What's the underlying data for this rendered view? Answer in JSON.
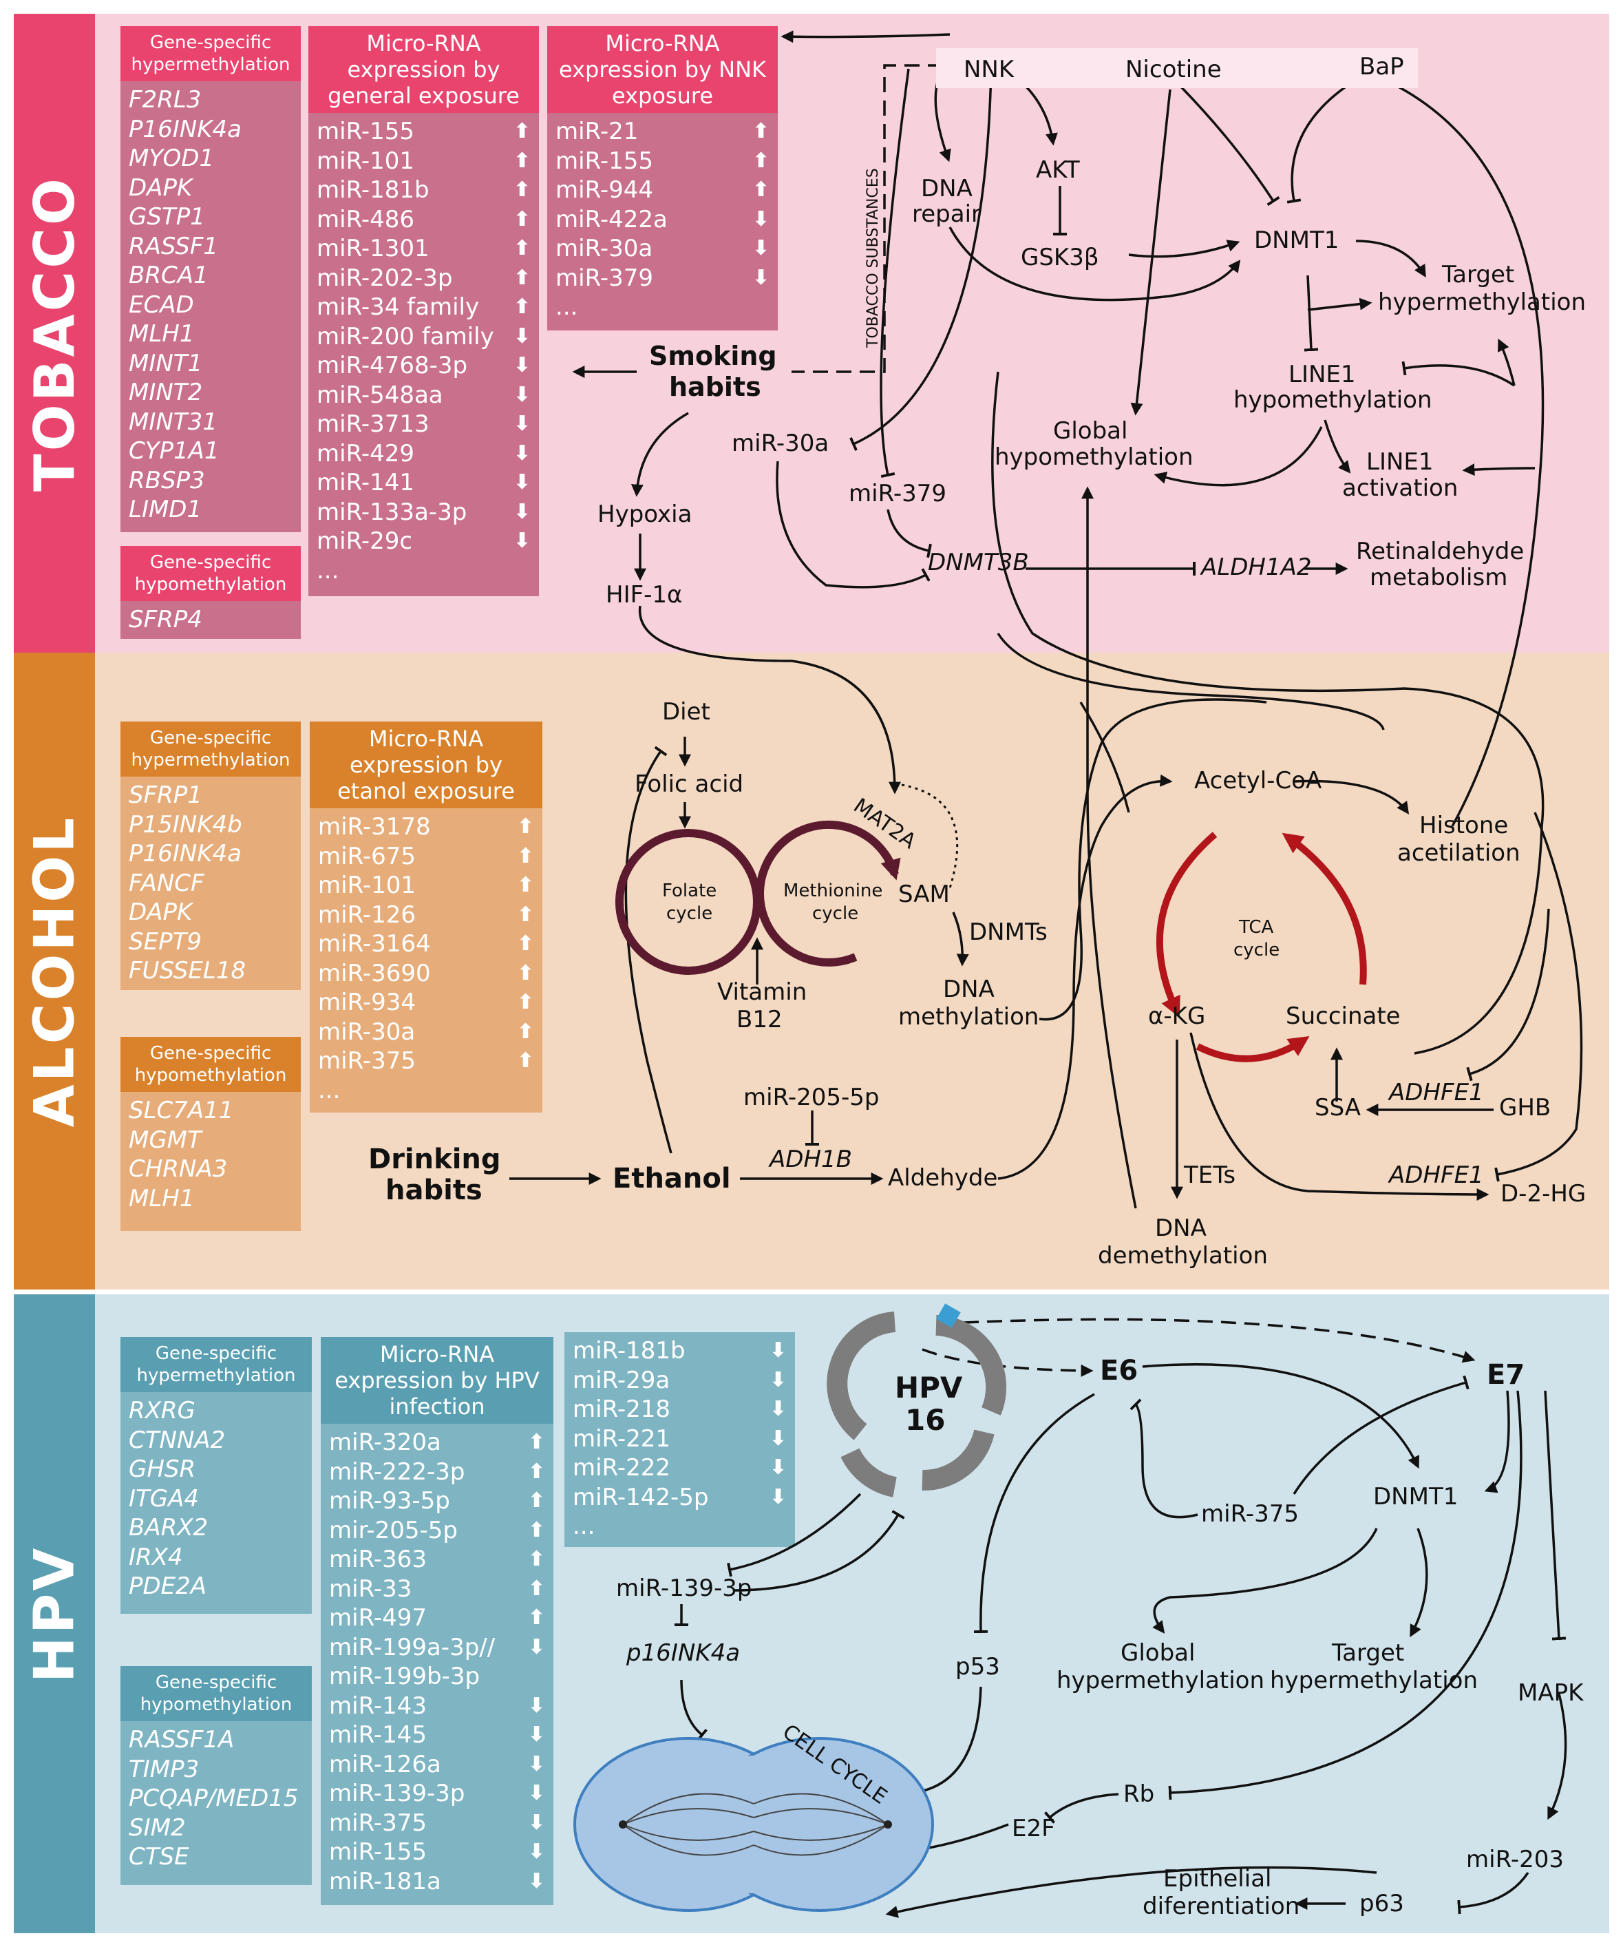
{
  "sections": {
    "tobacco": {
      "label": "TOBACCO",
      "color": "#e8446e",
      "bg": "#f7d2dc"
    },
    "alcohol": {
      "label": "ALCOHOL",
      "color": "#d9822b",
      "bg": "#f4d9c2"
    },
    "hpv": {
      "label": "HPV",
      "color": "#5a9fb1",
      "bg": "#d1e3ea"
    }
  },
  "tobacco": {
    "hyper": {
      "title": "Gene-specific hypermethylation",
      "items": [
        "F2RL3",
        "P16INK4a",
        "MYOD1",
        "DAPK",
        "GSTP1",
        "RASSF1",
        "BRCA1",
        "ECAD",
        "MLH1",
        "MINT1",
        "MINT2",
        "MINT31",
        "CYP1A1",
        "RBSP3",
        "LIMD1"
      ]
    },
    "hypo": {
      "title": "Gene-specific hypomethylation",
      "items": [
        "SFRP4"
      ]
    },
    "mirna_general": {
      "title": "Micro-RNA expression by general exposure",
      "items": [
        {
          "name": "miR-155",
          "dir": "up"
        },
        {
          "name": "miR-101",
          "dir": "up"
        },
        {
          "name": "miR-181b",
          "dir": "up"
        },
        {
          "name": "miR-486",
          "dir": "up"
        },
        {
          "name": "miR-1301",
          "dir": "up"
        },
        {
          "name": "miR-202-3p",
          "dir": "up"
        },
        {
          "name": "miR-34 family",
          "dir": "up"
        },
        {
          "name": "miR-200 family",
          "dir": "down"
        },
        {
          "name": "miR-4768-3p",
          "dir": "down"
        },
        {
          "name": "miR-548aa",
          "dir": "down"
        },
        {
          "name": "miR-3713",
          "dir": "down"
        },
        {
          "name": "miR-429",
          "dir": "down"
        },
        {
          "name": "miR-141",
          "dir": "down"
        },
        {
          "name": "miR-133a-3p",
          "dir": "down"
        },
        {
          "name": "miR-29c",
          "dir": "down"
        },
        {
          "name": "...",
          "dir": ""
        }
      ]
    },
    "mirna_nnk": {
      "title": "Micro-RNA expression by NNK exposure",
      "items": [
        {
          "name": "miR-21",
          "dir": "up"
        },
        {
          "name": "miR-155",
          "dir": "up"
        },
        {
          "name": "miR-944",
          "dir": "up"
        },
        {
          "name": "miR-422a",
          "dir": "down"
        },
        {
          "name": "miR-30a",
          "dir": "down"
        },
        {
          "name": "miR-379",
          "dir": "down"
        },
        {
          "name": "...",
          "dir": ""
        }
      ]
    }
  },
  "alcohol": {
    "hyper": {
      "title": "Gene-specific hypermethylation",
      "items": [
        "SFRP1",
        "P15INK4b",
        "P16INK4a",
        "FANCF",
        "DAPK",
        "SEPT9",
        "FUSSEL18"
      ]
    },
    "hypo": {
      "title": "Gene-specific hypomethylation",
      "items": [
        "SLC7A11",
        "MGMT",
        "CHRNA3",
        "MLH1"
      ]
    },
    "mirna": {
      "title": "Micro-RNA expression by etanol exposure",
      "items": [
        {
          "name": "miR-3178",
          "dir": "up"
        },
        {
          "name": "miR-675",
          "dir": "up"
        },
        {
          "name": "miR-101",
          "dir": "up"
        },
        {
          "name": "miR-126",
          "dir": "up"
        },
        {
          "name": "miR-3164",
          "dir": "up"
        },
        {
          "name": "miR-3690",
          "dir": "up"
        },
        {
          "name": "miR-934",
          "dir": "up"
        },
        {
          "name": "miR-30a",
          "dir": "up"
        },
        {
          "name": "miR-375",
          "dir": "up"
        },
        {
          "name": "...",
          "dir": ""
        }
      ]
    }
  },
  "hpv": {
    "hyper": {
      "title": "Gene-specific hypermethylation",
      "items": [
        "RXRG",
        "CTNNA2",
        "GHSR",
        "ITGA4",
        "BARX2",
        "IRX4",
        "PDE2A"
      ]
    },
    "hypo": {
      "title": "Gene-specific hypomethylation",
      "items": [
        "RASSF1A",
        "TIMP3",
        "PCQAP/MED15",
        "SIM2",
        "CTSE"
      ]
    },
    "mirna": {
      "title": "Micro-RNA expression by HPV infection",
      "items": [
        {
          "name": "miR-320a",
          "dir": "up"
        },
        {
          "name": "miR-222-3p",
          "dir": "up"
        },
        {
          "name": "miR-93-5p",
          "dir": "up"
        },
        {
          "name": "mir-205-5p",
          "dir": "up"
        },
        {
          "name": "miR-363",
          "dir": "up"
        },
        {
          "name": "miR-33",
          "dir": "up"
        },
        {
          "name": "miR-497",
          "dir": "up"
        },
        {
          "name": "miR-199a-3p//",
          "dir": "down"
        },
        {
          "name": "miR-199b-3p",
          "dir": ""
        },
        {
          "name": "miR-143",
          "dir": "down"
        },
        {
          "name": "miR-145",
          "dir": "down"
        },
        {
          "name": "miR-126a",
          "dir": "down"
        },
        {
          "name": "miR-139-3p",
          "dir": "down"
        },
        {
          "name": "miR-375",
          "dir": "down"
        },
        {
          "name": "miR-155",
          "dir": "down"
        },
        {
          "name": "miR-181a",
          "dir": "down"
        }
      ]
    },
    "mirna2": {
      "items": [
        {
          "name": "miR-181b",
          "dir": "down"
        },
        {
          "name": "miR-29a",
          "dir": "down"
        },
        {
          "name": "miR-218",
          "dir": "down"
        },
        {
          "name": "miR-221",
          "dir": "down"
        },
        {
          "name": "miR-222",
          "dir": "down"
        },
        {
          "name": "miR-142-5p",
          "dir": "down"
        },
        {
          "name": "...",
          "dir": ""
        }
      ]
    }
  },
  "nodes": {
    "nnk": "NNK",
    "nicotine": "Nicotine",
    "bap": "BaP",
    "dna_repair_1": "DNA",
    "dna_repair_2": "repair",
    "akt": "AKT",
    "gsk3b": "GSK3β",
    "dnmt1": "DNMT1",
    "target_hyper_1": "Target",
    "target_hyper_2": "hypermethylation",
    "tobacco_subst": "TOBACCO SUBSTANCES",
    "smoking_1": "Smoking",
    "smoking_2": "habits",
    "line1_hypo_1": "LINE1",
    "line1_hypo_2": "hypomethylation",
    "global_hypo_1": "Global",
    "global_hypo_2": "hypomethylation",
    "line1_act_1": "LINE1",
    "line1_act_2": "activation",
    "mir30a": "miR-30a",
    "mir379": "miR-379",
    "hypoxia": "Hypoxia",
    "hif1a": "HIF-1α",
    "dnmt3b": "DNMT3B",
    "aldh1a2": "ALDH1A2",
    "retinal_1": "Retinaldehyde",
    "retinal_2": "metabolism",
    "diet": "Diet",
    "folic": "Folic acid",
    "mat2a": "MAT2A",
    "folate_1": "Folate",
    "folate_2": "cycle",
    "methionine_1": "Methionine",
    "methionine_2": "cycle",
    "sam": "SAM",
    "dnmts": "DNMTs",
    "dna_meth_1": "DNA",
    "dna_meth_2": "methylation",
    "vitb12_1": "Vitamin",
    "vitb12_2": "B12",
    "acetyl": "Acetyl-CoA",
    "histone_1": "Histone",
    "histone_2": "acetilation",
    "tca_1": "TCA",
    "tca_2": "cycle",
    "akg": "α-KG",
    "succinate": "Succinate",
    "ssa": "SSA",
    "adhfe1_a": "ADHFE1",
    "ghb": "GHB",
    "adhfe1_b": "ADHFE1",
    "d2hg": "D-2-HG",
    "tets": "TETs",
    "dna_demeth_1": "DNA",
    "dna_demeth_2": "demethylation",
    "mir205": "miR-205-5p",
    "adh1b": "ADH1B",
    "aldehyde": "Aldehyde",
    "drinking_1": "Drinking",
    "drinking_2": "habits",
    "ethanol": "Ethanol",
    "hpv16_1": "HPV",
    "hpv16_2": "16",
    "e6": "E6",
    "e7": "E7",
    "dnmt1_hpv": "DNMT1",
    "mir375": "miR-375",
    "mir139": "miR-139-3p",
    "p16": "p16INK4a",
    "p53": "p53",
    "global_hyper_1": "Global",
    "global_hyper_2": "hypermethylation",
    "target_hyper2_1": "Target",
    "target_hyper2_2": "hypermethylation",
    "mapk": "MAPK",
    "rb": "Rb",
    "e2f": "E2F",
    "cell_cycle": "CELL CYCLE",
    "mir203": "miR-203",
    "p63": "p63",
    "epith_1": "Epithelial",
    "epith_2": "diferentiation"
  }
}
